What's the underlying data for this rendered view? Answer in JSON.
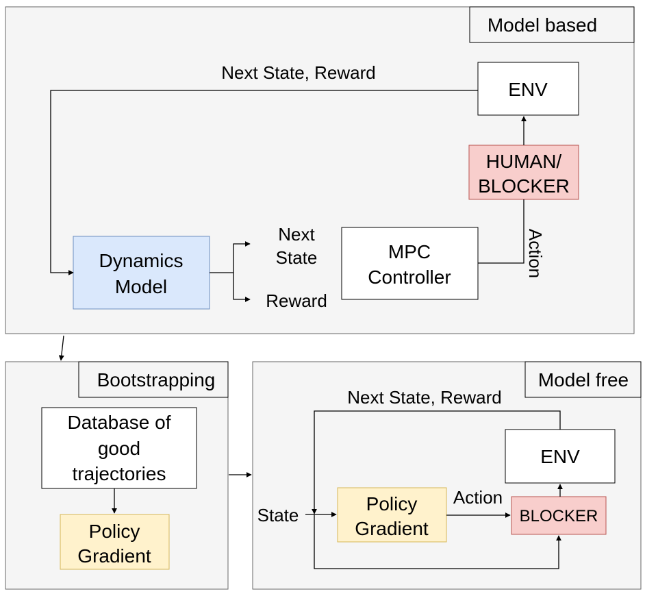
{
  "panels": {
    "model_based": {
      "label": "Model based"
    },
    "bootstrapping": {
      "label": "Bootstrapping"
    },
    "model_free": {
      "label": "Model free"
    }
  },
  "model_based": {
    "env": "ENV",
    "human_blocker": [
      "HUMAN/",
      "BLOCKER"
    ],
    "dynamics_model": [
      "Dynamics",
      "Model"
    ],
    "mpc_controller": [
      "MPC",
      "Controller"
    ],
    "next_state": [
      "Next",
      "State"
    ],
    "reward": "Reward",
    "feedback": "Next State, Reward",
    "action": "Action"
  },
  "bootstrapping": {
    "database": [
      "Database of",
      "good",
      "trajectories"
    ],
    "policy_gradient": [
      "Policy",
      "Gradient"
    ]
  },
  "model_free": {
    "env": "ENV",
    "blocker": "BLOCKER",
    "policy_gradient": [
      "Policy",
      "Gradient"
    ],
    "feedback": "Next State, Reward",
    "state": "State",
    "action": "Action"
  },
  "colors": {
    "panel_fill": "#f5f5f5",
    "panel_stroke": "#666666",
    "blue_fill": "#dae8fc",
    "blue_stroke": "#6c8ebf",
    "red_fill": "#f8cecc",
    "red_stroke": "#b85450",
    "yellow_fill": "#fff2cc",
    "yellow_stroke": "#d6b656"
  }
}
